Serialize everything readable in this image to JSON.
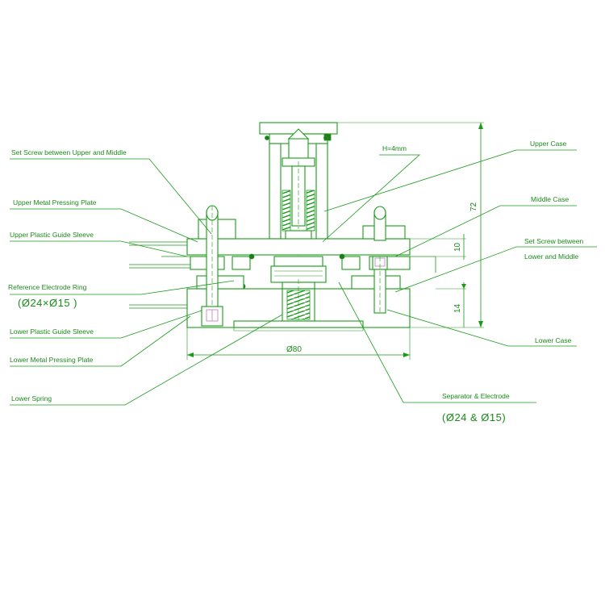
{
  "labels": {
    "set_screw_upper_middle_left": "Set Screw between Upper and Middle",
    "upper_metal_pressing_plate": "Upper Metal Pressing Plate",
    "upper_plastic_guide_sleeve": "Upper Plastic Guide Sleeve",
    "reference_electrode_ring": "Reference Electrode Ring",
    "reference_electrode_ring_size": "(Ø24×Ø15  )",
    "lower_plastic_guide_sleeve": "Lower Plastic Guide Sleeve",
    "lower_metal_pressing_plate": "Lower Metal Pressing Plate",
    "lower_spring": "Lower Spring",
    "h_4mm": "H=4mm",
    "upper_case": "Upper Case",
    "middle_case": "Middle Case",
    "set_screw_right_line1": "Set Screw between",
    "set_screw_right_line2": "Lower and Middle",
    "lower_case": "Lower Case",
    "separator_electrode": "Separator & Electrode",
    "separator_electrode_size": "(Ø24 & Ø15)"
  },
  "dimensions": {
    "height_total": "72",
    "height_middle": "10",
    "height_lower": "14",
    "diameter": "Ø80"
  },
  "colors": {
    "line": "#1a9a1a",
    "text": "#1a8a1a",
    "hatch_fill": "#1f7a1f",
    "accent": "#c27bbf"
  }
}
